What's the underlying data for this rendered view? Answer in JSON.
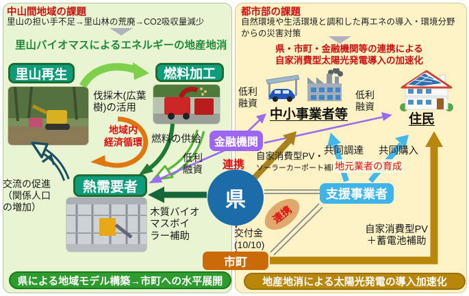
{
  "left_panel": {
    "title": "中山間地域の課題",
    "subtitle": "里山の担い手不足→里山林の荒廃→CO2吸収量減少",
    "solution": "里山バイオマスによるエネルギーの地産地消",
    "node_satoyama": "里山再生",
    "node_fuel_processing": "燃料加工",
    "node_heat_consumer": "熱需要者",
    "label_felled_wood": "伐採木(広葉\n樹)の活用",
    "label_local_economy": "地域内\n経済循環",
    "label_fuel_supply": "燃料の供給",
    "label_low_interest_loan": "低利\n融資",
    "label_exchange": "交流の促進\n（関係人口\nの増加）",
    "label_boiler_subsidy": "木質バイオ\nマスボイ\nラー補助",
    "footer": "県による地域モデル構築→市町への水平展開"
  },
  "right_panel": {
    "title": "都市部の課題",
    "subtitle": "自然環境や生活環境と調和した再エネの導入・環境分野からの災害対策",
    "goal": "県・市町・金融機関等の連携による\n自家消費型太陽光発電導入の加速化",
    "node_sme": "中小事業者等",
    "node_residents": "住民",
    "node_support_business": "支援事業者",
    "label_low_interest_loan_sme": "低利\n融資",
    "label_low_interest_loan_residents": "低利\n融資",
    "label_pv_carport_subsidy_line1": "自家消費型PV・",
    "label_pv_carport_subsidy_line2": "ソーラーカーポート補助",
    "label_joint_procurement": "共同調達",
    "label_joint_purchase": "共同購入",
    "label_local_business": "地元業者の育成",
    "label_grant": "交付金\n(10/10)",
    "label_pv_battery_subsidy": "自家消費型PV\n＋蓄電池補助",
    "footer": "地産地消による太陽光発電の導入加速化"
  },
  "center": {
    "node_prefecture": "県",
    "node_financial_institution": "金融機関",
    "node_municipality": "市町",
    "label_renkei_bank": "連携",
    "label_renkei_municipality": "連携"
  },
  "colors": {
    "left_panel_bg": "#e9f4d2",
    "right_panel_bg": "#fcf2c5",
    "heading_red": "#cc1111",
    "heading_green": "#1e8a3a",
    "node_teal": "#0f9c7c",
    "prefecture_blue": "#1b6ca9",
    "financial_purple": "#9d66f2",
    "support_blue": "#3fb4e9",
    "municipality_orange": "#cb6b07",
    "gold_arrow": "#b8860b",
    "economy_orange": "#e0770e",
    "footer_green": "#2d9b2d"
  }
}
